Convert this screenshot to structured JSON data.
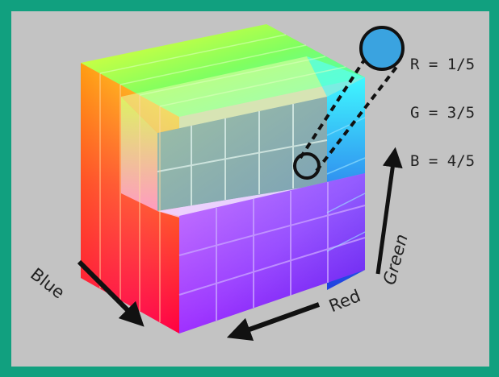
{
  "colors": {
    "page_border": "#11a07f",
    "panel_background": "#c3c3c3",
    "selected_swatch": "#3aa3e0",
    "outline": "#111111"
  },
  "selection": {
    "r_label": "R = 1/5",
    "g_label": "G = 3/5",
    "b_label": "B = 4/5"
  },
  "axes": {
    "blue": "Blue",
    "red": "Red",
    "green": "Green"
  }
}
